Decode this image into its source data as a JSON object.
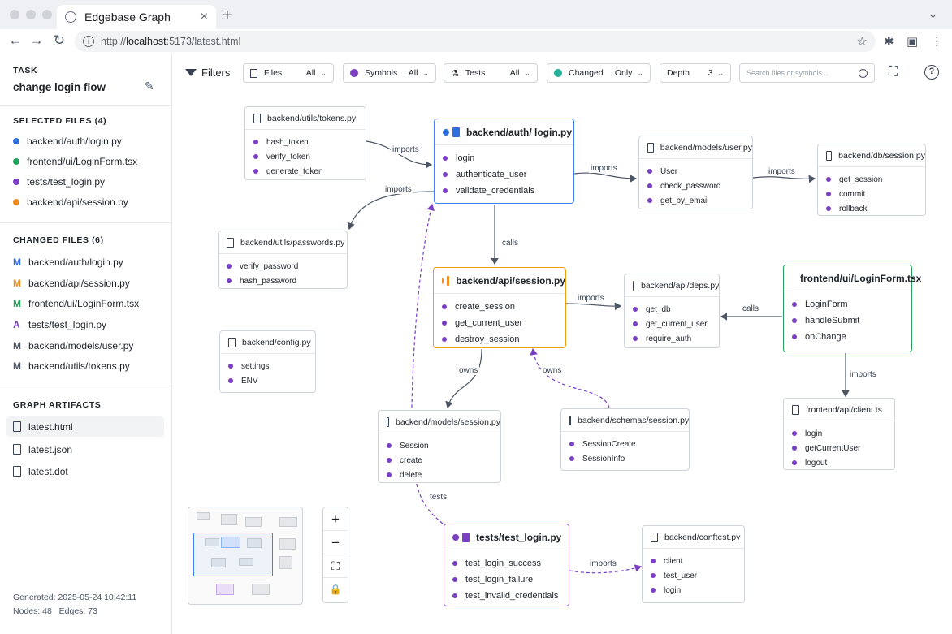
{
  "browser": {
    "tab_title": "Edgebase Graph",
    "url_prefix": "http://",
    "url_host": "localhost",
    "url_rest": ":5173/latest.html"
  },
  "sidebar": {
    "task_heading": "TASK",
    "task_name": "change login flow",
    "selected_heading": "SELECTED FILES (4)",
    "selected_files": [
      {
        "name": "backend/auth/login.py",
        "color": "#2f6fdd"
      },
      {
        "name": "frontend/ui/LoginForm.tsx",
        "color": "#22a55b"
      },
      {
        "name": "tests/test_login.py",
        "color": "#7b3fc6"
      },
      {
        "name": "backend/api/session.py",
        "color": "#f08c1a"
      }
    ],
    "changed_heading": "CHANGED FILES (6)",
    "changed_files": [
      {
        "status": "M",
        "name": "backend/auth/login.py",
        "color": "#2f6fdd"
      },
      {
        "status": "M",
        "name": "backend/api/session.py",
        "color": "#f08c1a"
      },
      {
        "status": "M",
        "name": "frontend/ui/LoginForm.tsx",
        "color": "#22a55b"
      },
      {
        "status": "A",
        "name": "tests/test_login.py",
        "color": "#7b3fc6"
      },
      {
        "status": "M",
        "name": "backend/models/user.py",
        "color": "#4b5563"
      },
      {
        "status": "M",
        "name": "backend/utils/tokens.py",
        "color": "#4b5563"
      }
    ],
    "artifacts_heading": "GRAPH ARTIFACTS",
    "artifacts": [
      "latest.html",
      "latest.json",
      "latest.dot"
    ],
    "generated": "Generated: 2025-05-24 10:42:11",
    "nodes": "Nodes: 48",
    "edges": "Edges: 73"
  },
  "toolbar": {
    "filters_label": "Filters",
    "files_label": "Files",
    "files_value": "All",
    "symbols_label": "Symbols",
    "symbols_value": "All",
    "tests_label": "Tests",
    "tests_value": "All",
    "changed_label": "Changed",
    "changed_value": "Only",
    "depth_label": "Depth",
    "depth_value": "3",
    "search_placeholder": "Search files or symbols...",
    "help_glyph": "?"
  },
  "graph": {
    "nodes": {
      "tokens": {
        "title": "backend/utils/tokens.py",
        "symbols": [
          "hash_token",
          "verify_token",
          "generate_token"
        ]
      },
      "login": {
        "title": "backend/auth/ login.py",
        "symbols": [
          "login",
          "authenticate_user",
          "validate_credentials"
        ]
      },
      "user": {
        "title": "backend/models/user.py",
        "symbols": [
          "User",
          "check_password",
          "get_by_email"
        ]
      },
      "dbsession": {
        "title": "backend/db/session.py",
        "symbols": [
          "get_session",
          "commit",
          "rollback"
        ]
      },
      "passwords": {
        "title": "backend/utils/passwords.py",
        "symbols": [
          "verify_password",
          "hash_password"
        ]
      },
      "apisession": {
        "title": "backend/api/session.py",
        "symbols": [
          "create_session",
          "get_current_user",
          "destroy_session"
        ]
      },
      "deps": {
        "title": "backend/api/deps.py",
        "symbols": [
          "get_db",
          "get_current_user",
          "require_auth"
        ]
      },
      "loginform": {
        "title": "frontend/ui/LoginForm.tsx",
        "symbols": [
          "LoginForm",
          "handleSubmit",
          "onChange"
        ]
      },
      "config": {
        "title": "backend/config.py",
        "symbols": [
          "settings",
          "ENV"
        ]
      },
      "client": {
        "title": "frontend/api/client.ts",
        "symbols": [
          "login",
          "getCurrentUser",
          "logout"
        ]
      },
      "modsession": {
        "title": "backend/models/session.py",
        "symbols": [
          "Session",
          "create",
          "delete"
        ]
      },
      "schemas": {
        "title": "backend/schemas/session.py",
        "symbols": [
          "SessionCreate",
          "SessionInfo"
        ]
      },
      "testlogin": {
        "title": "tests/test_login.py",
        "symbols": [
          "test_login_success",
          "test_login_failure",
          "test_invalid_credentials"
        ]
      },
      "conftest": {
        "title": "backend/conftest.py",
        "symbols": [
          "client",
          "test_user",
          "login"
        ]
      }
    },
    "edge_labels": {
      "tokens_login": "imports",
      "login_passwords": "imports",
      "login_user": "imports",
      "user_db": "imports",
      "login_api": "calls",
      "api_deps": "imports",
      "form_deps": "calls",
      "form_client": "imports",
      "api_models": "owns",
      "api_schemas": "owns",
      "tests_models": "tests",
      "tests_conftest": "imports"
    },
    "edge_color": "#4b5563",
    "dashed_edge_color": "#7b3fc6"
  },
  "zoom_controls": {
    "zoom_in": "+",
    "zoom_out": "−",
    "fit": "⛶",
    "lock": "🔒"
  }
}
